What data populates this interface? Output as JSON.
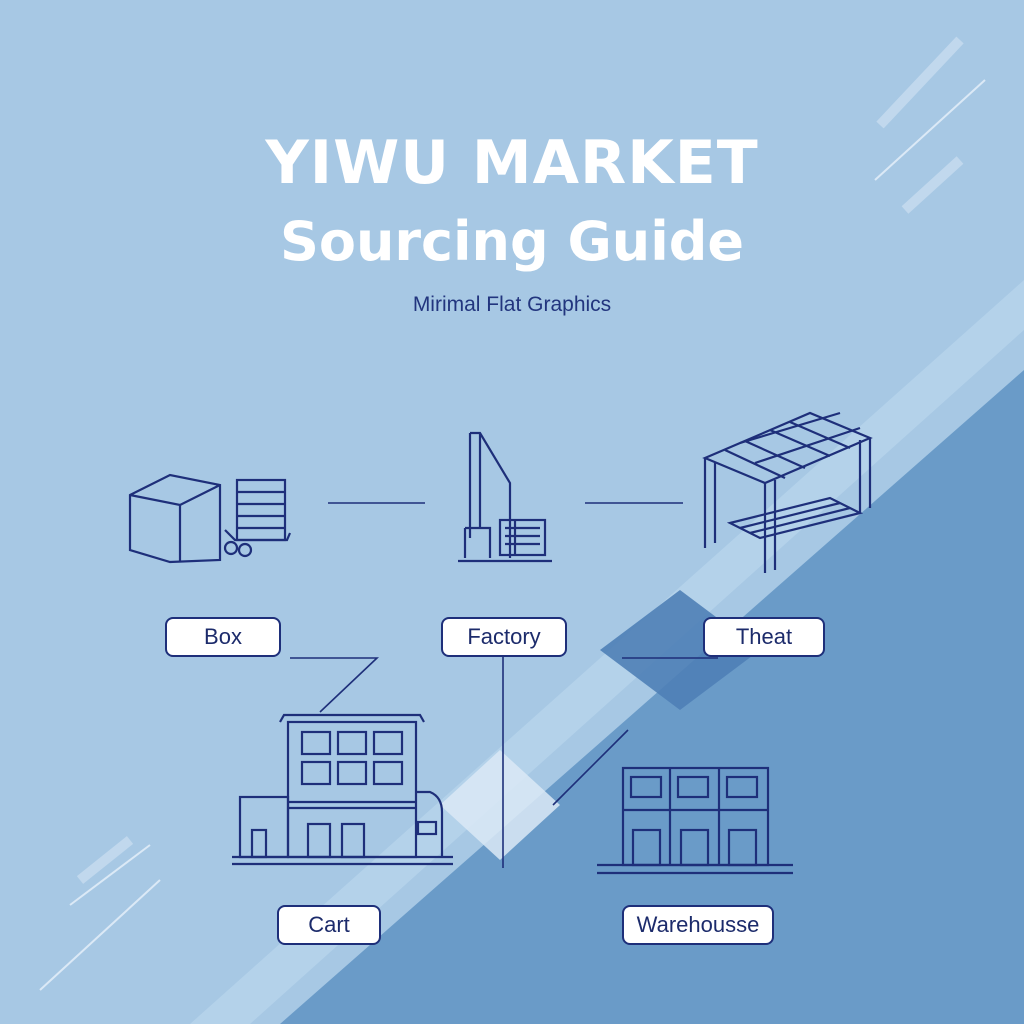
{
  "header": {
    "title_line1": "YIWU MARKET",
    "title_line2": "Sourcing Guide",
    "subtitle": "Mirimal Flat Graphics"
  },
  "nodes": [
    {
      "id": "box",
      "label": "Box",
      "icon": "box-with-hand-truck-icon"
    },
    {
      "id": "factory",
      "label": "Factory",
      "icon": "factory-icon"
    },
    {
      "id": "theat",
      "label": "Theat",
      "icon": "canopy-structure-icon"
    },
    {
      "id": "cart",
      "label": "Cart",
      "icon": "building-icon"
    },
    {
      "id": "warehouse",
      "label": "Warehousse",
      "icon": "warehouse-icon"
    }
  ],
  "colors": {
    "background_light": "#a7c8e4",
    "background_dark": "#6a9bc8",
    "line": "#1e2f7a",
    "title": "#ffffff",
    "label_bg": "#ffffff"
  }
}
